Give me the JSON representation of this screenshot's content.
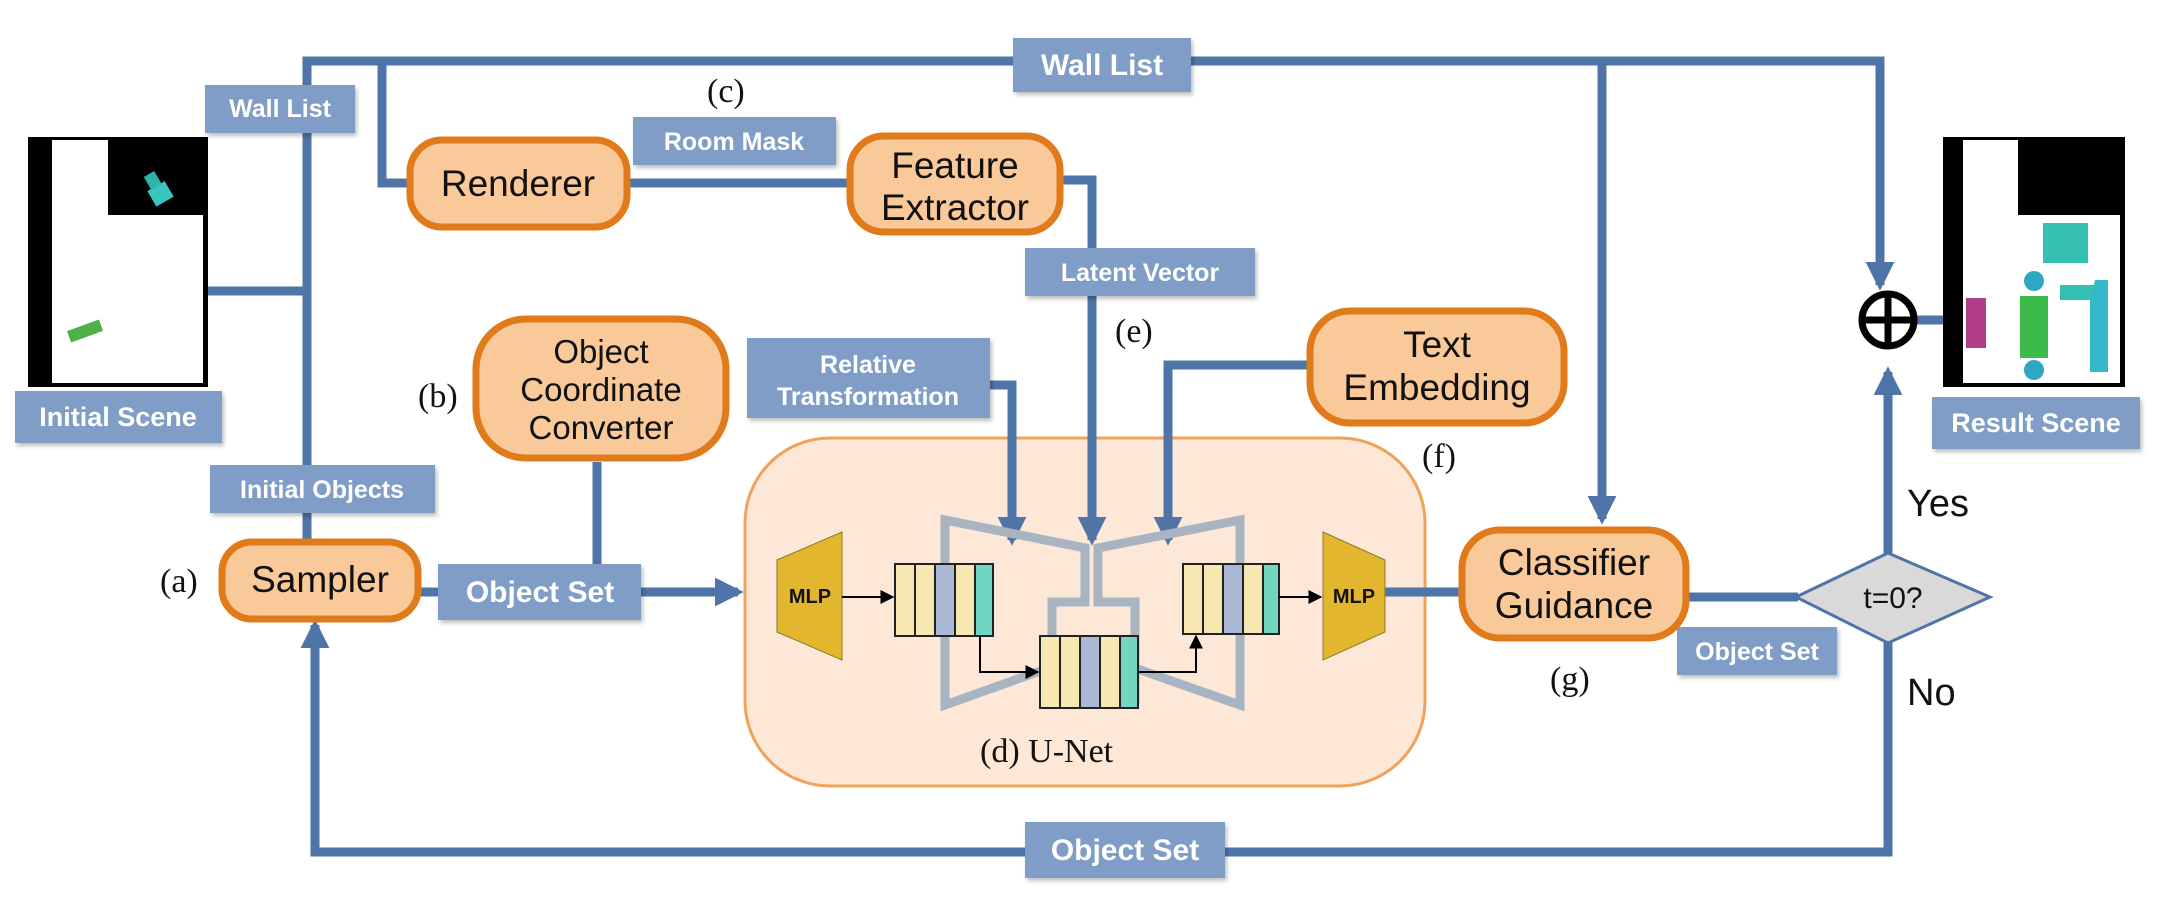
{
  "labels": {
    "wall_list_top": "Wall List",
    "wall_list_left": "Wall List",
    "room_mask": "Room Mask",
    "latent_vector": "Latent Vector",
    "relative_transformation_1": "Relative",
    "relative_transformation_2": "Transformation",
    "initial_objects": "Initial Objects",
    "initial_scene": "Initial Scene",
    "result_scene": "Result Scene",
    "object_set_main": "Object Set",
    "object_set_right": "Object Set",
    "object_set_bottom": "Object Set"
  },
  "modules": {
    "renderer": "Renderer",
    "feature_extractor_1": "Feature",
    "feature_extractor_2": "Extractor",
    "object_coordinate_1": "Object",
    "object_coordinate_2": "Coordinate",
    "object_coordinate_3": "Converter",
    "text_embedding_1": "Text",
    "text_embedding_2": "Embedding",
    "sampler": "Sampler",
    "classifier_guidance_1": "Classifier",
    "classifier_guidance_2": "Guidance"
  },
  "letters": {
    "a": "(a)",
    "b": "(b)",
    "c": "(c)",
    "d": "(d) U-Net",
    "e": "(e)",
    "f": "(f)",
    "g": "(g)"
  },
  "mlp_left": "MLP",
  "mlp_right": "MLP",
  "decision": {
    "condition": "t=0?",
    "yes": "Yes",
    "no": "No"
  },
  "colors": {
    "arrow": "#4f74a8",
    "tag_fill": "#7f9dc6",
    "module_fill": "#f9c99a",
    "module_stroke": "#e07a1a",
    "unet_bg": "#fde8d7",
    "unet_stroke": "#f0a25a",
    "mlp_fill": "#e2b72d",
    "decision_fill": "#d9d9d9"
  }
}
